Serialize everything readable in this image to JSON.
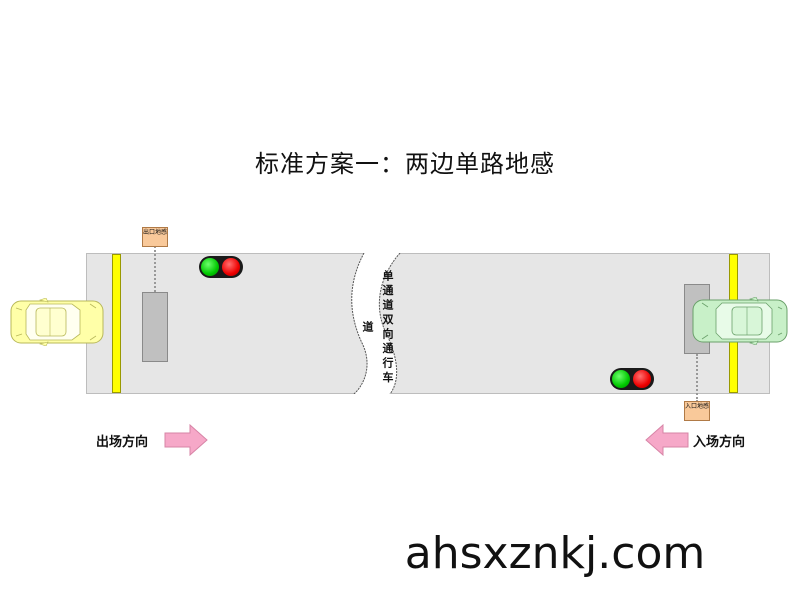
{
  "title": "标准方案一：两边单路地感",
  "divider_text": "单通道双向通行车道",
  "exit_sensor_label": "出口地感",
  "entry_sensor_label": "入口地感",
  "exit_direction_label": "出场方向",
  "entry_direction_label": "入场方向",
  "watermark": "ahsxznkj.com",
  "colors": {
    "stop_line": "#ffff00",
    "exit_car": "#ffffa8",
    "entry_car": "#c8f0c8",
    "arrow": "#f6a8c8",
    "sensor_label": "#f9c99a",
    "light_green": "#00c800",
    "light_red": "#ee0000"
  },
  "icons": [
    "car-icon",
    "traffic-light-icon",
    "arrow-right-icon",
    "arrow-left-icon"
  ]
}
